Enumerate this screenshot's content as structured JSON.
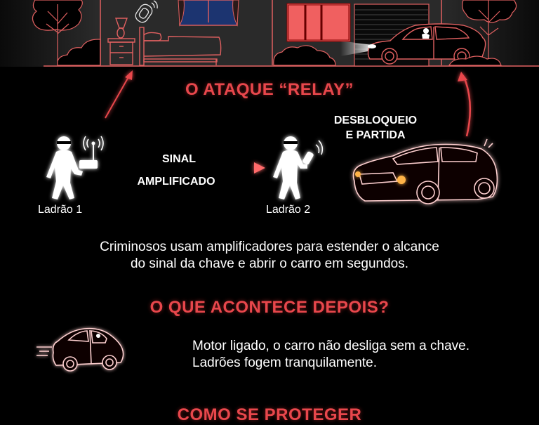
{
  "colors": {
    "background": "#000000",
    "accent_red": "#e8474c",
    "line_red": "#e06060",
    "text_white": "#ffffff",
    "window_glow": "#f06060",
    "window_blue": "#1c3470",
    "headlight_orange": "#ffb347"
  },
  "scene": {
    "icons": [
      "tree-icon",
      "bush-icon",
      "nightstand-lamp-icon",
      "bed-icon",
      "car-key-icon",
      "window-icon",
      "garage-door-icon",
      "car-with-thief-icon"
    ]
  },
  "section1": {
    "title": "O ATAQUE “RELAY”",
    "thief1": {
      "label": "Ladrão 1",
      "icon": "thief-with-router-icon"
    },
    "signal_arrow": {
      "line1": "SINAL",
      "line2": "AMPLIFICADO"
    },
    "thief2": {
      "label": "Ladrão 2",
      "icon": "thief-with-key-icon"
    },
    "car": {
      "line1": "DESBLOQUEIO",
      "line2": "E PARTIDA",
      "icon": "car-unlocking-icon"
    },
    "description": {
      "line1": "Criminosos usam amplificadores para estender o alcance",
      "line2": "do sinal da chave e abrir o carro em segundos."
    }
  },
  "section2": {
    "title": "O QUE ACONTECE DEPOIS?",
    "icon": "fleeing-car-icon",
    "line1": "Motor ligado, o carro não desliga sem a chave.",
    "line2": "Ladrões fogem tranquilamente."
  },
  "section3": {
    "title": "COMO SE PROTEGER"
  }
}
